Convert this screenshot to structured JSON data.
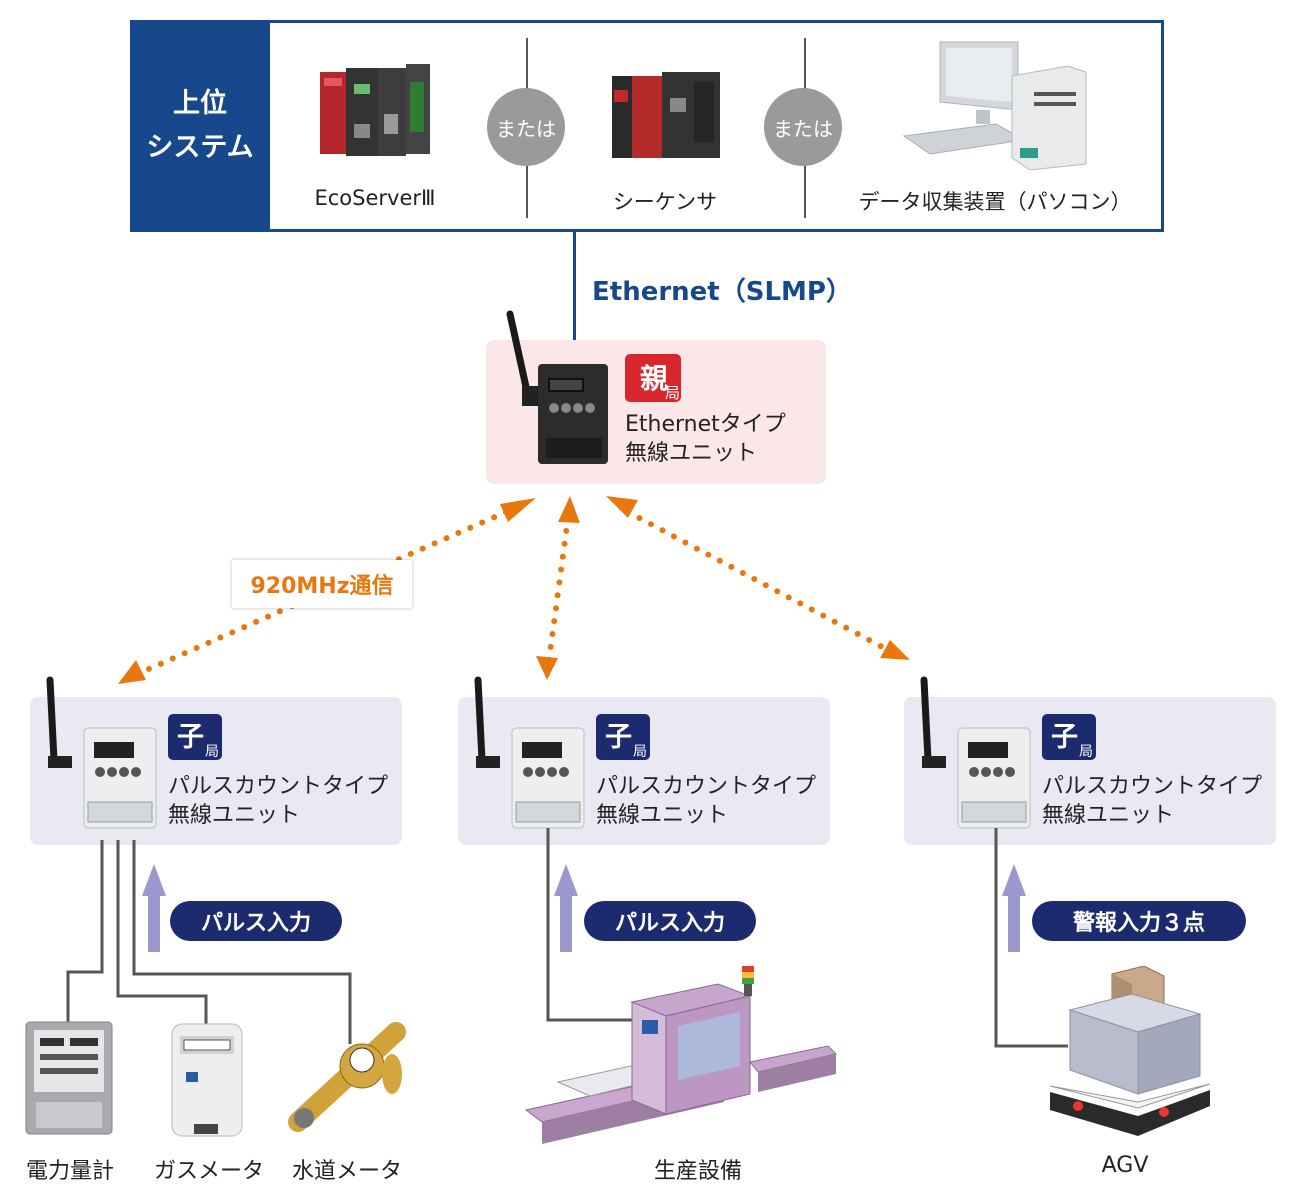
{
  "upper_system": {
    "label_line1": "上位",
    "label_line2": "システム",
    "devices": [
      {
        "name": "EcoServerⅢ"
      },
      {
        "name": "シーケンサ"
      },
      {
        "name": "データ収集装置（パソコン）"
      }
    ],
    "or_label": "または"
  },
  "ethernet_label": "Ethernet（SLMP）",
  "parent_unit": {
    "badge_main": "親",
    "badge_sub": "局",
    "line1": "Ethernetタイプ",
    "line2": "無線ユニット"
  },
  "comm_label": "920MHz通信",
  "child_units": [
    {
      "badge_main": "子",
      "badge_sub": "局",
      "line1": "パルスカウントタイプ",
      "line2": "無線ユニット",
      "input_label": "パルス入力"
    },
    {
      "badge_main": "子",
      "badge_sub": "局",
      "line1": "パルスカウントタイプ",
      "line2": "無線ユニット",
      "input_label": "パルス入力"
    },
    {
      "badge_main": "子",
      "badge_sub": "局",
      "line1": "パルスカウントタイプ",
      "line2": "無線ユニット",
      "input_label": "警報入力３点"
    }
  ],
  "equipment": {
    "meters": [
      "電力量計",
      "ガスメータ",
      "水道メータ"
    ],
    "production": "生産設備",
    "agv": "AGV"
  },
  "colors": {
    "navy": "#17488c",
    "orange": "#e8780e",
    "parent_red": "#d9262d",
    "child_navy": "#1c2b6e",
    "arrow_lavender": "#9a98cf"
  }
}
